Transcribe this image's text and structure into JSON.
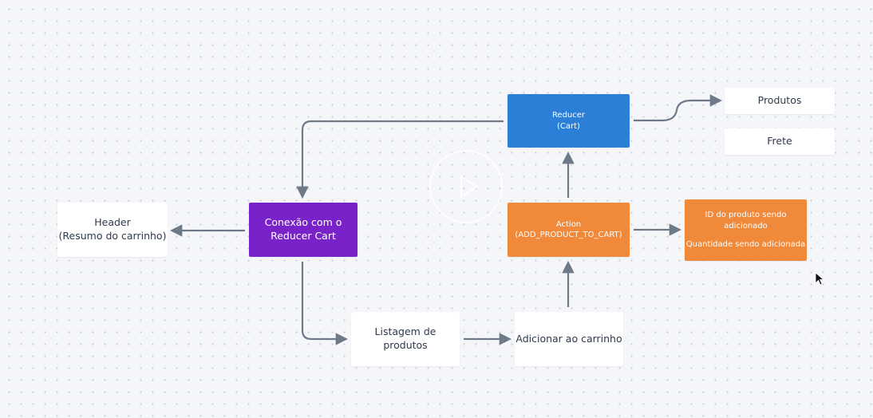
{
  "diagram": {
    "nodes": {
      "reducer": {
        "line1": "Reducer",
        "line2": "(Cart)",
        "color": "#2b7fd6"
      },
      "produtos": {
        "label": "Produtos"
      },
      "frete": {
        "label": "Frete"
      },
      "header": {
        "line1": "Header",
        "line2": "(Resumo do carrinho)"
      },
      "conexao": {
        "line1": "Conexão com o",
        "line2": "Reducer Cart",
        "color": "#7a22c9"
      },
      "action": {
        "line1": "Action",
        "line2": "(ADD_PRODUCT_TO_CART)",
        "color": "#f0893a"
      },
      "payload": {
        "line1": "ID do produto sendo",
        "line2": "adicionado",
        "line3": "Quantidade sendo adicionada",
        "color": "#f0893a"
      },
      "listagem": {
        "line1": "Listagem de",
        "line2": "produtos"
      },
      "adicionar": {
        "label": "Adicionar ao carrinho"
      }
    },
    "edges": [
      {
        "from": "reducer",
        "to": "conexao"
      },
      {
        "from": "reducer",
        "to": "produtos"
      },
      {
        "from": "action",
        "to": "reducer"
      },
      {
        "from": "action",
        "to": "payload"
      },
      {
        "from": "conexao",
        "to": "header"
      },
      {
        "from": "conexao",
        "to": "listagem"
      },
      {
        "from": "listagem",
        "to": "adicionar"
      },
      {
        "from": "adicionar",
        "to": "action"
      }
    ],
    "edge_color": "#6f7a88",
    "overlay": {
      "icon": "play-icon"
    }
  }
}
